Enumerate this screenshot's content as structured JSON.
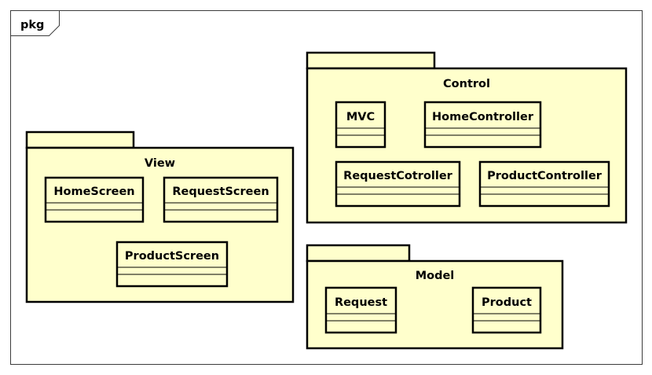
{
  "frame": {
    "label": "pkg"
  },
  "packages": {
    "view": {
      "name": "View",
      "classes": {
        "home_screen": "HomeScreen",
        "request_screen": "RequestScreen",
        "product_screen": "ProductScreen"
      }
    },
    "control": {
      "name": "Control",
      "classes": {
        "mvc": "MVC",
        "home_controller": "HomeController",
        "request_cotroller": "RequestCotroller",
        "product_controller": "ProductController"
      }
    },
    "model": {
      "name": "Model",
      "classes": {
        "request": "Request",
        "product": "Product"
      }
    }
  },
  "colors": {
    "package_fill": "#ffffcc",
    "stroke": "#000000",
    "frame_stroke": "#3c3c3c"
  }
}
